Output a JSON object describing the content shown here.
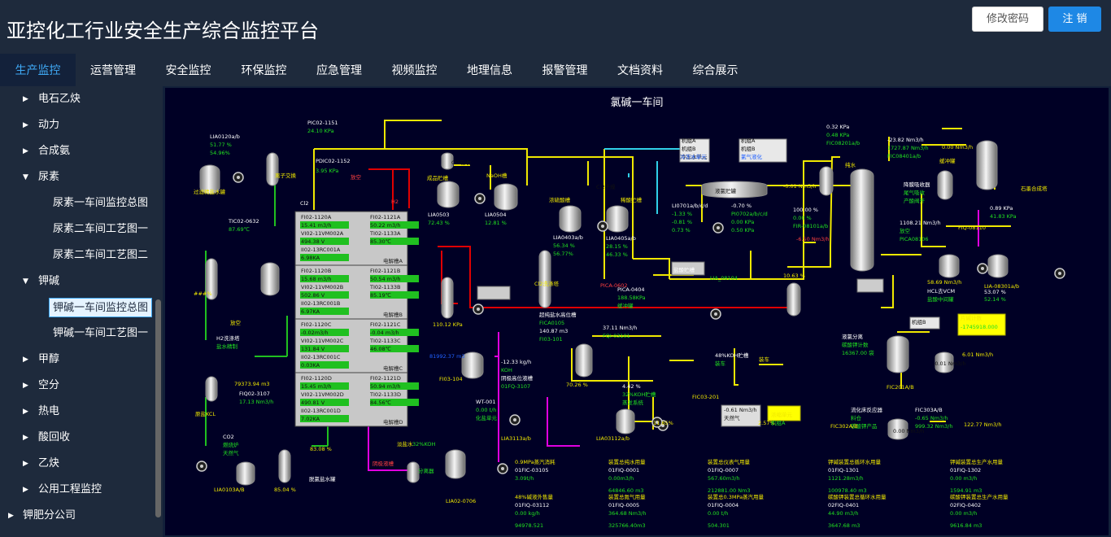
{
  "header": {
    "title": "亚控化工行业安全生产综合监控平台",
    "change_pwd": "修改密码",
    "logout": "注 销"
  },
  "nav": {
    "tabs": [
      "生产监控",
      "运营管理",
      "安全监控",
      "环保监控",
      "应急管理",
      "视频监控",
      "地理信息",
      "报警管理",
      "文档资料",
      "综合展示"
    ]
  },
  "sidebar": {
    "items": [
      {
        "label": "电石乙炔",
        "caret": "▶"
      },
      {
        "label": "动力",
        "caret": "▶"
      },
      {
        "label": "合成氨",
        "caret": "▶"
      },
      {
        "label": "尿素",
        "caret": "▼"
      },
      {
        "label": "尿素一车间监控总图"
      },
      {
        "label": "尿素二车间工艺图一"
      },
      {
        "label": "尿素二车间工艺图二"
      },
      {
        "label": "钾碱",
        "caret": "▼"
      },
      {
        "label": "钾碱一车间监控总图"
      },
      {
        "label": "钾碱一车间工艺图一"
      },
      {
        "label": "甲醇",
        "caret": "▶"
      },
      {
        "label": "空分",
        "caret": "▶"
      },
      {
        "label": "热电",
        "caret": "▶"
      },
      {
        "label": "酸回收",
        "caret": "▶"
      },
      {
        "label": "乙炔",
        "caret": "▶"
      },
      {
        "label": "公用工程监控",
        "caret": "▶"
      },
      {
        "label": "钾肥分公司",
        "caret": "▶"
      }
    ]
  },
  "diagram": {
    "title": "氯碱一车间",
    "labels": [
      "LIA0120a/b",
      "51.77 %",
      "54.96%",
      "过滤精盐水罐",
      "离子交换",
      "PIC02-1151",
      "24.10 KPa",
      "PDIC02-1152",
      "3.95 KPa",
      "放空",
      "Cl2",
      "H2",
      "Cl2吸收",
      "成品贮槽",
      "NaOH槽",
      "LIA0503",
      "72.43 %",
      "LIA0504",
      "12.81 %",
      "TIC02-0632",
      "87.69℃",
      "浓硫酸槽",
      "Cl2干燥",
      "稀酸贮槽",
      "冷冻水单元",
      "LIA0403a/b",
      "56.34 %",
      "56.77%",
      "LIA0405a/b",
      "28.15 %",
      "46.33 %",
      "Cl2洗涤塔",
      "机组A",
      "机组B",
      "冷冻水单元",
      "液氯贮罐",
      "机组A",
      "机组B",
      "氯气液化",
      "LI0701a/b/c/d",
      "-1.33 %",
      "-0.81 %",
      "0.73 %",
      "-0.70 %",
      "PI0702a/b/c/d",
      "0.00 KPa",
      "0.50 KPa",
      "0.32 KPa",
      "0.48 KPa",
      "FIC08201a/b",
      "-23.82 Nm3/h",
      "1727.87 Nm3/h",
      "FIC08401a/b",
      "0.00 Nm3/h",
      "-0.01 Nm3/h",
      "纯水",
      "缓冲罐",
      "石墨合成塔",
      "降膜吸收器",
      "尾气吸收",
      "产酸阀开",
      "100.00 %",
      "0.00 %",
      "FIR-08101a/b",
      "-6.50 Nm3/h",
      "1108.21 Nm3/h",
      "放空",
      "PICA08106",
      "0.89 KPa",
      "41.83 KPa",
      "FIQ-08110",
      "58.69 Nm3/h",
      "HCL去VCM",
      "盐酸中间罐",
      "LIA-08301a/b",
      "53.07 %",
      "52.14 %",
      "盐酸贮槽",
      "LIA_08104",
      "10.63 %",
      "PICA-0404",
      "188.58KPa",
      "缓冲罐",
      "PICA-0602",
      "110.12 KPa",
      "###%",
      "放空",
      "H2洗涤塔",
      "盐水精制",
      "超纯盐水高位槽",
      "FICA0105",
      "140.87 m3",
      "FI03-101",
      "37.11 Nm3/h",
      "FQI-03101",
      "81992.37 m3",
      "FI03-104",
      "-12.33 kg/h",
      "KOH",
      "阴极高位液槽",
      "01FQ-3107",
      "79373.94 m3",
      "FIQ02-3107",
      "17.13 Nm3/h",
      "原盐KCL",
      "WT-001",
      "0.00 t/h",
      "化盐单元",
      "LIA3113a/b",
      "70.26 %",
      "4.42 %",
      "32%KOH贮槽",
      "蒸发系统",
      "LIA03112a/b",
      "11.65%",
      "2.57%",
      "48%KOH贮槽",
      "装车",
      "装车",
      "FIC03-201",
      "-0.61 Nm3/h",
      "天然气",
      "浓缩单元",
      "机组A",
      "机组B",
      "片碱计数",
      "-1745918.000",
      "液氯分离",
      "碳酸钾计数",
      "16367.00 袋",
      "FIC201A/B",
      "-0.01 Nm3/h",
      "6.01 Nm3/h",
      "流化床反应器",
      "料仓",
      "碳酸钾产品",
      "FIC303A/B",
      "-0.65 Nm3/h",
      "999.32 Nm3/h",
      "FIC302A/B",
      "0.00 Nm3/h",
      "122.77 Nm3/h",
      "CO2",
      "燃烧炉",
      "天然气",
      "LIA0103A/B",
      "85.04 %",
      "83.08 %",
      "脱氯盐水罐",
      "阴极液槽",
      "淡盐水",
      "LIA02-0706",
      "32%KOH",
      "分离器",
      "阴极液罐",
      "TIC02-31251",
      "81.59 ℃"
    ],
    "cells": [
      {
        "a": "FI02-1120A",
        "b": "FI02-1121A",
        "v1": "15.41 m3/h",
        "v2": "50.22 m3/h",
        "c": "VI02-11VM002A",
        "d": "TI02-1133A",
        "v3": "494.38 V",
        "v4": "85.30℃",
        "e": "II02-13RC001A",
        "v5": "6.98KA",
        "tag": "电解槽A"
      },
      {
        "a": "FI02-1120B",
        "b": "FI02-1121B",
        "v1": "15.68 m3/h",
        "v2": "50.54 m3/h",
        "c": "VI02-11VM002B",
        "d": "TI02-1133B",
        "v3": "502.86 V",
        "v4": "85.19℃",
        "e": "II02-13RC001B",
        "v5": "6.97KA",
        "tag": "电解槽B"
      },
      {
        "a": "FI02-1120C",
        "b": "FI02-1121C",
        "v1": "-0.02m3/h",
        "v2": "-0.04 m3/h",
        "c": "VI02-11VM002C",
        "d": "TI02-1133C",
        "v3": "131.84 V",
        "v4": "46.08℃",
        "e": "II02-13RC001C",
        "v5": "0.03KA",
        "tag": "电解槽C"
      },
      {
        "a": "FI02-1120D",
        "b": "FI02-1121D",
        "v1": "15.45 m3/h",
        "v2": "50.94 m3/h",
        "c": "VI02-11VM002D",
        "d": "TI02-1133D",
        "v3": "490.81 V",
        "v4": "84.56℃",
        "e": "II02-13RC001D",
        "v5": "7.02KA",
        "tag": "电解槽D"
      }
    ],
    "bottom": [
      {
        "t": "0.9MPa蒸汽消耗",
        "id": "01FIC-03105",
        "v": "3.09t/h"
      },
      {
        "t": "装置总纯水用量",
        "id": "01FIQ-0001",
        "v": "0.00m3/h"
      },
      {
        "t": "装置总仪表气用量",
        "id": "01FIQ-0007",
        "v": "567.60m3/h"
      },
      {
        "t": "钾碱装置总循环水用量",
        "id": "01FIQ-1301",
        "v": "1121.28m3/h"
      },
      {
        "t": "钾碱装置总生产水用量",
        "id": "01FIQ-1302",
        "v": "0.00 m3/h"
      },
      {
        "t": "",
        "id": "",
        "v": ""
      },
      {
        "t": "",
        "id": "",
        "v": "64846.60 m3"
      },
      {
        "t": "",
        "id": "",
        "v": "212881.00 Nm3"
      },
      {
        "t": "",
        "id": "",
        "v": "100978.40 m3"
      },
      {
        "t": "",
        "id": "",
        "v": "1594.91 m3"
      },
      {
        "t": "48%碱液外售量",
        "id": "01FIQ-03112",
        "v": "0.00 kg/h"
      },
      {
        "t": "装置总氮气用量",
        "id": "01FIQ-0005",
        "v": "364.68 Nm3/h"
      },
      {
        "t": "装置总0.3MPa蒸汽用量",
        "id": "01FIQ-0004",
        "v": "0.00 t/h"
      },
      {
        "t": "碳酸钾装置总循环水用量",
        "id": "02FIQ-0401",
        "v": "44.90 m3/h"
      },
      {
        "t": "碳酸钾装置总生产水用量",
        "id": "02FIQ-0402",
        "v": "0.00 m3/h"
      },
      {
        "t": "",
        "id": "",
        "v": "94978.521"
      },
      {
        "t": "",
        "id": "",
        "v": "325766.40m3"
      },
      {
        "t": "",
        "id": "",
        "v": "504.301"
      },
      {
        "t": "",
        "id": "",
        "v": "3647.68 m3"
      },
      {
        "t": "",
        "id": "",
        "v": "9616.84 m3"
      }
    ]
  }
}
